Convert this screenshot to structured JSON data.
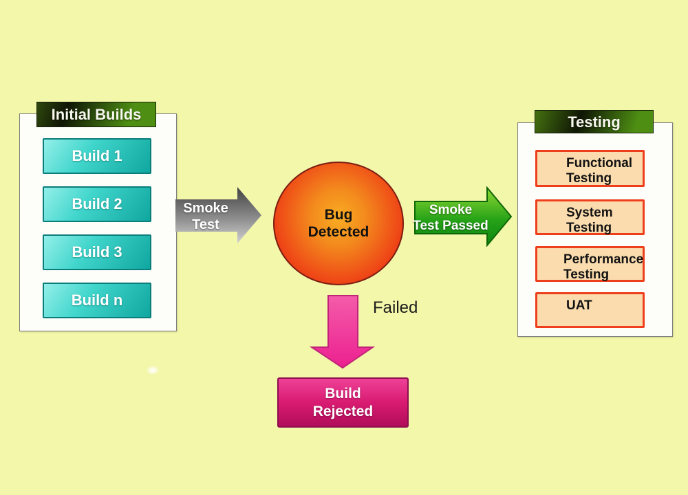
{
  "initial_builds": {
    "header": "Initial Builds",
    "items": [
      {
        "label": "Build 1"
      },
      {
        "label": "Build 2"
      },
      {
        "label": "Build 3"
      },
      {
        "label": "Build n"
      }
    ]
  },
  "smoke_test_arrow": {
    "line1": "Smoke",
    "line2": "Test"
  },
  "bug_detected": {
    "line1": "Bug",
    "line2": "Detected"
  },
  "smoke_passed_arrow": {
    "line1": "Smoke",
    "line2": "Test Passed"
  },
  "testing": {
    "header": "Testing",
    "items": [
      {
        "line1": "Functional",
        "line2": "Testing"
      },
      {
        "line1": "System",
        "line2": "Testing"
      },
      {
        "line1": "Performance",
        "line2": "Testing"
      },
      {
        "line1": "UAT",
        "line2": ""
      }
    ]
  },
  "failed_label": "Failed",
  "build_rejected": {
    "line1": "Build",
    "line2": "Rejected"
  },
  "colors": {
    "background": "#f3f7a9",
    "panel": "#fdfdfa",
    "header_green": "#4e8f13",
    "header_dark": "#0f1605",
    "build_teal_light": "#93efe9",
    "build_teal_dark": "#10a7a0",
    "test_box_fill": "#fbdcae",
    "test_box_border": "#ee3e1c",
    "circle_center": "#f9ad22",
    "circle_edge": "#e81f12",
    "gray_arrow_dark": "#454545",
    "gray_arrow_light": "#d2d2d2",
    "green_arrow_light": "#90d832",
    "green_arrow_dark": "#0c8410",
    "pink_arrow": "#f04aa2",
    "rejected_top": "#ee4197",
    "rejected_bottom": "#b00d59"
  }
}
